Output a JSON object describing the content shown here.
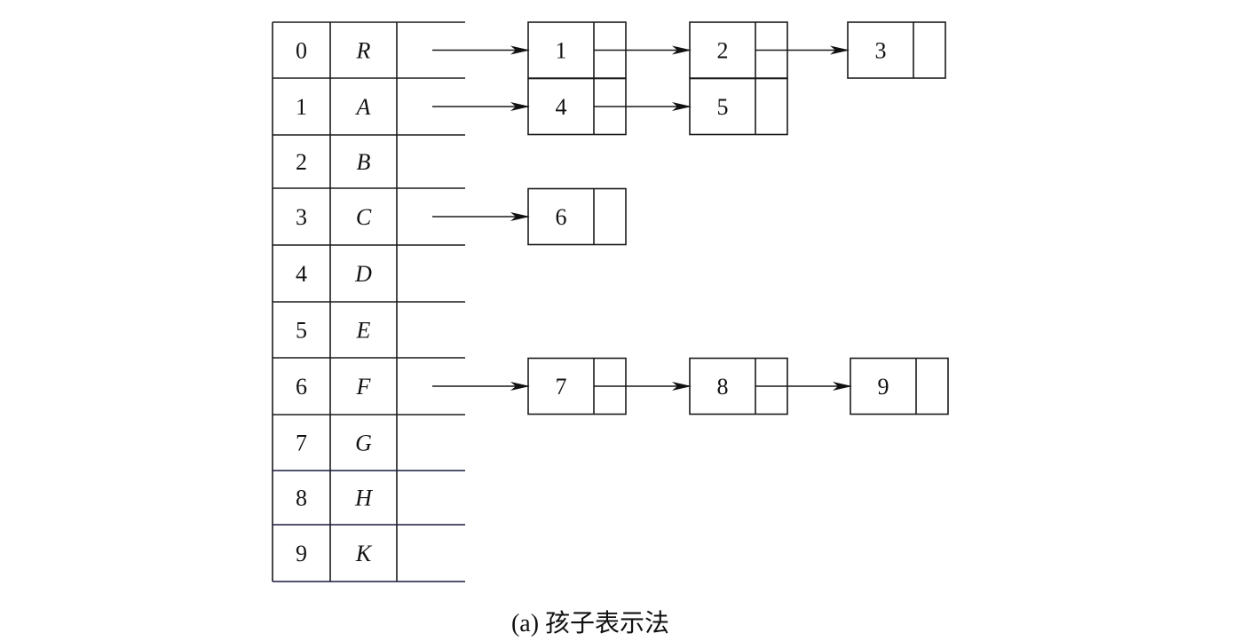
{
  "diagram": {
    "type": "child-representation",
    "table": {
      "rows": [
        {
          "index": "0",
          "data": "R",
          "children": [
            "1",
            "2",
            "3"
          ]
        },
        {
          "index": "1",
          "data": "A",
          "children": [
            "4",
            "5"
          ]
        },
        {
          "index": "2",
          "data": "B",
          "children": []
        },
        {
          "index": "3",
          "data": "C",
          "children": [
            "6"
          ]
        },
        {
          "index": "4",
          "data": "D",
          "children": []
        },
        {
          "index": "5",
          "data": "E",
          "children": []
        },
        {
          "index": "6",
          "data": "F",
          "children": [
            "7",
            "8",
            "9"
          ]
        },
        {
          "index": "7",
          "data": "G",
          "children": []
        },
        {
          "index": "8",
          "data": "H",
          "children": []
        },
        {
          "index": "9",
          "data": "K",
          "children": []
        }
      ]
    },
    "caption": "(a) 孩子表示法"
  }
}
